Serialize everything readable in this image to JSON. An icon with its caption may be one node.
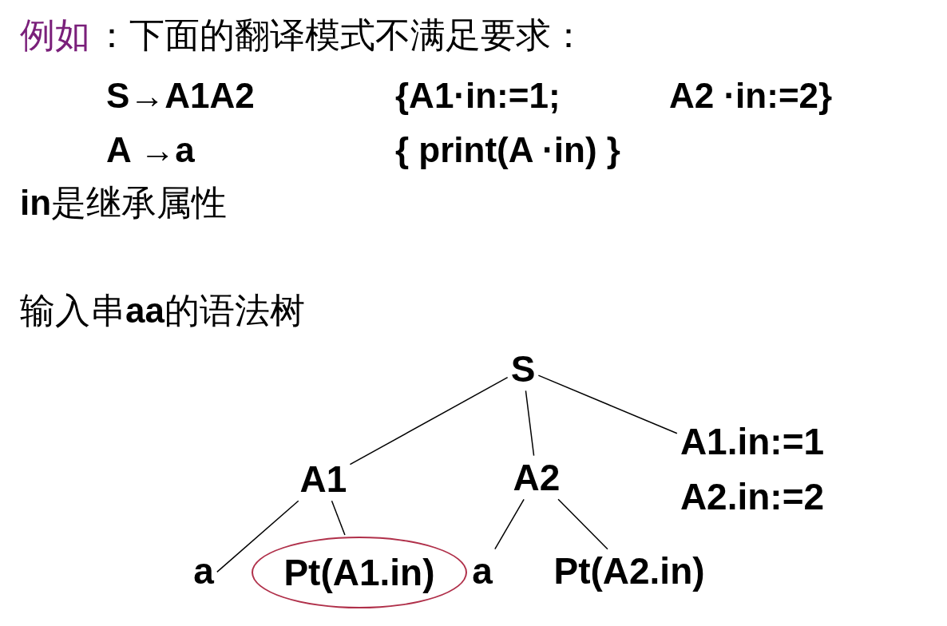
{
  "diagram": {
    "nodes": [
      {
        "text": [
          "S"
        ]
      },
      {
        "text": [
          "A1"
        ]
      },
      {
        "text": [
          "A2"
        ]
      },
      {
        "text": [
          "A1.in:=1",
          "A2.in:=2"
        ]
      },
      {
        "text": [
          "a"
        ]
      },
      {
        "text": [
          "Pt(A1.in)"
        ]
      },
      {
        "text": [
          "a"
        ]
      },
      {
        "text": [
          "Pt(A2.in)"
        ]
      }
    ],
    "edges": [
      {
        "from": 0,
        "to": 1,
        "arrow": "none"
      },
      {
        "from": 0,
        "to": 2,
        "arrow": "none"
      },
      {
        "from": 0,
        "to": 3,
        "arrow": "none"
      },
      {
        "from": 1,
        "to": 4,
        "arrow": "none"
      },
      {
        "from": 1,
        "to": 5,
        "arrow": "none"
      },
      {
        "from": 2,
        "to": 6,
        "arrow": "none"
      },
      {
        "from": 2,
        "to": 7,
        "arrow": "none"
      }
    ],
    "labels": [
      "例如",
      "：下面的翻译模式不满足要求：",
      "S→A1A2",
      "{A1·in:=1;",
      "A2 ·in:=2}",
      "A →a",
      "{ print(A ·in)  }",
      "**in**是继承属性",
      "输入串**aa**的语法树"
    ]
  }
}
